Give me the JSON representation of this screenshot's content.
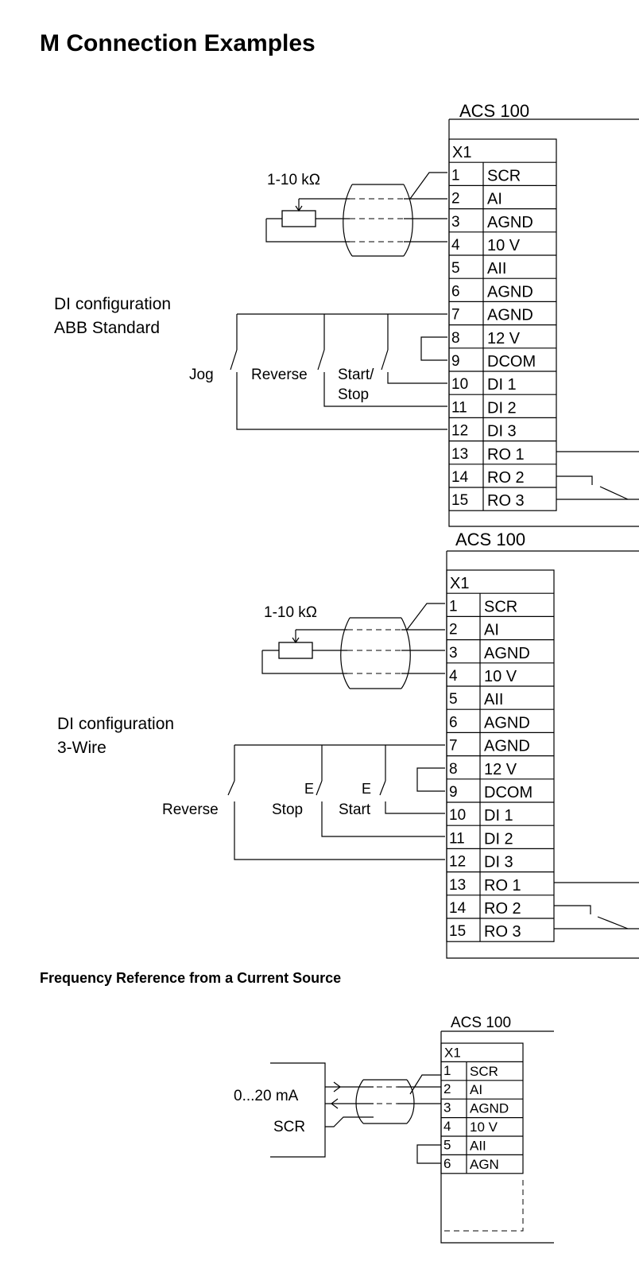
{
  "page": {
    "heading": "M  Connection Examples",
    "current_source_heading": "Frequency Reference from a Current Source"
  },
  "example_standard": {
    "device": "ACS 100",
    "connector": "X1",
    "potentiometer": "1-10 kΩ",
    "config_line1": "DI configuration",
    "config_line2": "ABB Standard",
    "switches": [
      "Jog",
      "Reverse",
      "Start/",
      "Stop"
    ],
    "terminals": [
      {
        "num": "1",
        "name": "SCR"
      },
      {
        "num": "2",
        "name": "AI"
      },
      {
        "num": "3",
        "name": "AGND"
      },
      {
        "num": "4",
        "name": "10 V"
      },
      {
        "num": "5",
        "name": "AII"
      },
      {
        "num": "6",
        "name": "AGND"
      },
      {
        "num": "7",
        "name": "AGND"
      },
      {
        "num": "8",
        "name": "12 V"
      },
      {
        "num": "9",
        "name": "DCOM"
      },
      {
        "num": "10",
        "name": "DI 1"
      },
      {
        "num": "11",
        "name": "DI 2"
      },
      {
        "num": "12",
        "name": "DI 3"
      },
      {
        "num": "13",
        "name": "RO 1"
      },
      {
        "num": "14",
        "name": "RO 2"
      },
      {
        "num": "15",
        "name": "RO 3"
      }
    ]
  },
  "example_3wire": {
    "device": "ACS 100",
    "connector": "X1",
    "potentiometer": "1-10 kΩ",
    "config_line1": "DI configuration",
    "config_line2": "3-Wire",
    "switches": [
      "Reverse",
      "Stop",
      "Start"
    ],
    "switch_marks": [
      "E",
      "E"
    ],
    "terminals": [
      {
        "num": "1",
        "name": "SCR"
      },
      {
        "num": "2",
        "name": "AI"
      },
      {
        "num": "3",
        "name": "AGND"
      },
      {
        "num": "4",
        "name": "10 V"
      },
      {
        "num": "5",
        "name": "AII"
      },
      {
        "num": "6",
        "name": "AGND"
      },
      {
        "num": "7",
        "name": "AGND"
      },
      {
        "num": "8",
        "name": "12 V"
      },
      {
        "num": "9",
        "name": "DCOM"
      },
      {
        "num": "10",
        "name": "DI 1"
      },
      {
        "num": "11",
        "name": "DI 2"
      },
      {
        "num": "12",
        "name": "DI 3"
      },
      {
        "num": "13",
        "name": "RO 1"
      },
      {
        "num": "14",
        "name": "RO 2"
      },
      {
        "num": "15",
        "name": "RO 3"
      }
    ]
  },
  "example_current": {
    "device": "ACS 100",
    "connector": "X1",
    "source_signal": "0...20 mA",
    "source_screen": "SCR",
    "terminals": [
      {
        "num": "1",
        "name": "SCR"
      },
      {
        "num": "2",
        "name": "AI"
      },
      {
        "num": "3",
        "name": "AGND"
      },
      {
        "num": "4",
        "name": "10 V"
      },
      {
        "num": "5",
        "name": "AII"
      },
      {
        "num": "6",
        "name": "AGN"
      }
    ]
  }
}
